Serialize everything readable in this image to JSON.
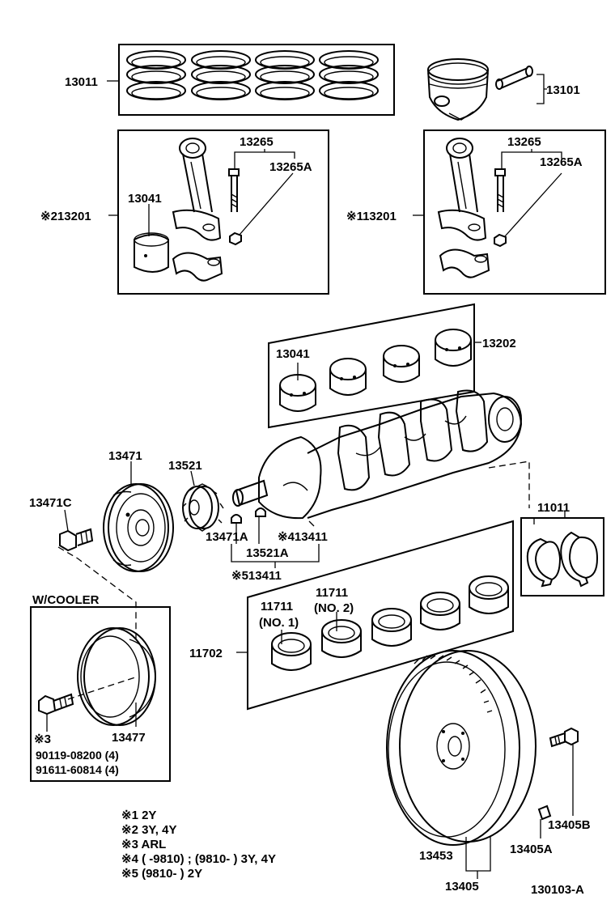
{
  "callouts": {
    "p13011": "13011",
    "p13101": "13101",
    "p13265_l": "13265",
    "p13265a_l": "13265A",
    "p13041_l": "13041",
    "p13201_l": "※213201",
    "p13265_r": "13265",
    "p13265a_r": "13265A",
    "p13201_r": "※113201",
    "p13041_b": "13041",
    "p13202": "13202",
    "p13471": "13471",
    "p13521": "13521",
    "p13471c": "13471C",
    "p13471a": "13471A",
    "p13411_4": "※413411",
    "p13521a": "13521A",
    "p13411_5": "※513411",
    "p11011": "11011",
    "p11711_no1": "11711",
    "p11711_no1_sub": "(NO. 1)",
    "p11711_no2": "11711",
    "p11711_no2_sub": "(NO. 2)",
    "p11702": "11702",
    "p13477": "13477",
    "p13405b": "13405B",
    "p13405a": "13405A",
    "p13453": "13453",
    "p13405": "13405"
  },
  "cooler_box": {
    "title": "W/COOLER",
    "note_mark": "※3",
    "bolt_part": "90119-08200 (4)",
    "washer_part": "91611-60814 (4)"
  },
  "legend": [
    "※1  2Y",
    "※2  3Y, 4Y",
    "※3  ARL",
    "※4  (        -9810) ; (9810-        ) 3Y, 4Y",
    "※5  (9810-        ) 2Y"
  ],
  "figure_id": "130103-A"
}
